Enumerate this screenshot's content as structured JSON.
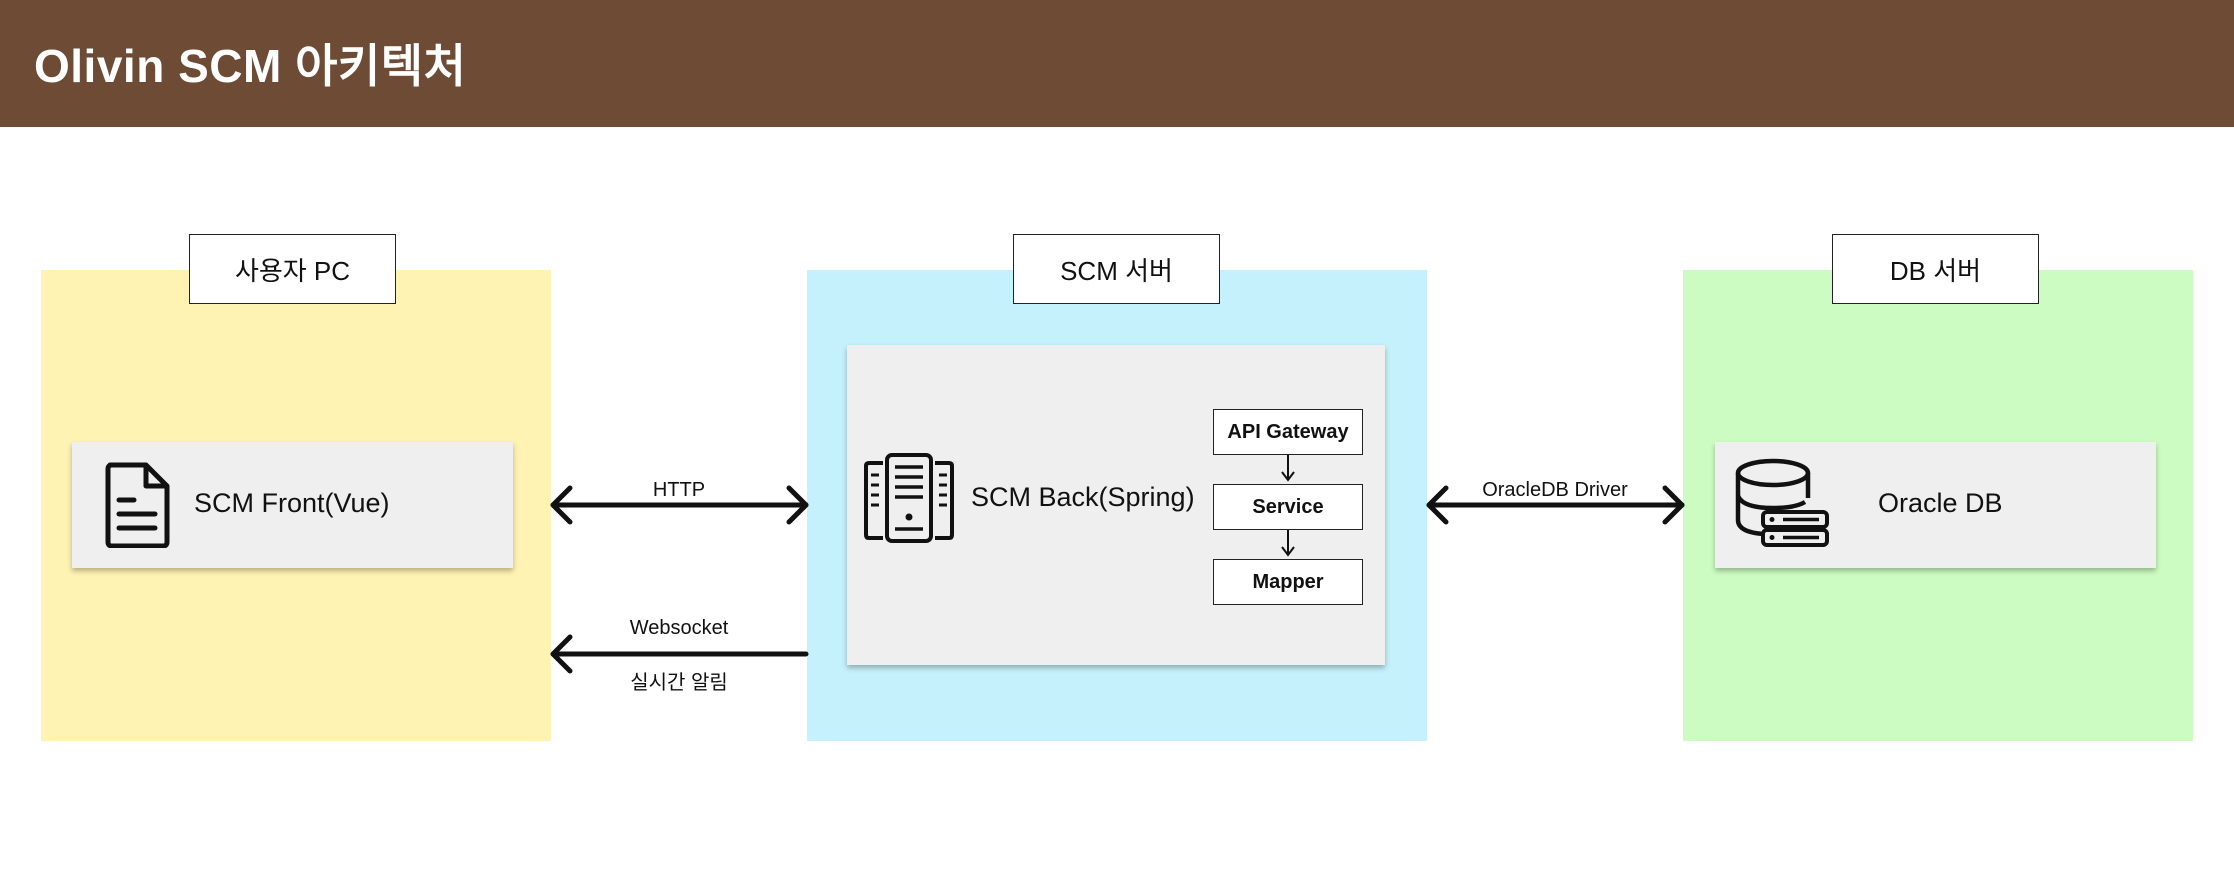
{
  "header": {
    "title": "Olivin SCM 아키텍처"
  },
  "zones": {
    "pc": {
      "label": "사용자 PC",
      "color": "#fef3b2"
    },
    "scm": {
      "label": "SCM 서버",
      "color": "#c5f1fc"
    },
    "db": {
      "label": "DB 서버",
      "color": "#cdfcc2"
    }
  },
  "nodes": {
    "front": {
      "label": "SCM Front(Vue)",
      "icon": "document-icon"
    },
    "back": {
      "label": "SCM Back(Spring)",
      "icon": "server-icon",
      "layers": [
        "API Gateway",
        "Service",
        "Mapper"
      ]
    },
    "db": {
      "label": "Oracle DB",
      "icon": "database-icon"
    }
  },
  "connections": {
    "http": {
      "label": "HTTP"
    },
    "websocket": {
      "label": "Websocket",
      "sublabel": "실시간 알림"
    },
    "oracle": {
      "label": "OracleDB Driver"
    }
  },
  "colors": {
    "header": "#6d4b35",
    "card": "#efefef"
  }
}
